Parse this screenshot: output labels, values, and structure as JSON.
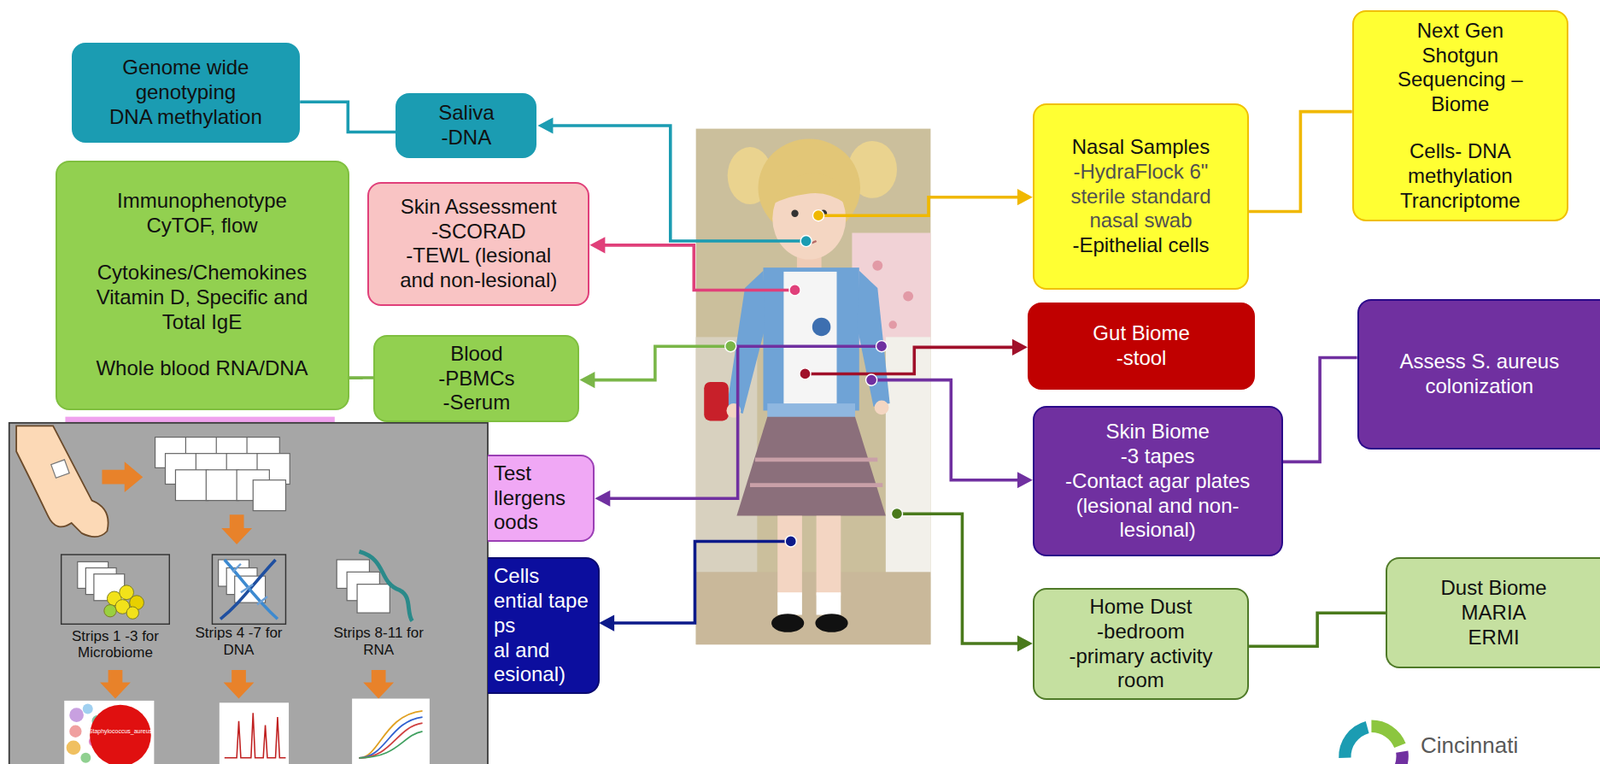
{
  "diagram": {
    "nodes": [
      {
        "text": [
          "Genome wide genotyping",
          "DNA methylation"
        ]
      },
      {
        "text": [
          "Saliva",
          "-DNA"
        ]
      },
      {
        "text": [
          "Immunophenotype CyTOF, flow",
          "Cytokines/Chemokines Vitamin D, Specific and Total IgE",
          "Whole blood RNA/DNA"
        ]
      },
      {
        "text": [
          "Skin Assessment",
          "-SCORAD",
          "-TEWL (lesional and non-lesional)"
        ]
      },
      {
        "text": [
          "Blood",
          "-PBMCs",
          "-Serum"
        ]
      },
      {
        "text": [
          "Test",
          "llergens",
          "oods"
        ]
      },
      {
        "text": [
          "Cells",
          "ential tape",
          "ps",
          "al and",
          "esional)"
        ]
      },
      {
        "text": [
          "Nasal Samples",
          "-HydraFlock 6\" sterile standard nasal swab",
          "-Epithelial cells"
        ]
      },
      {
        "text": [
          "Next Gen Shotgun Sequencing – Biome",
          "Cells- DNA methylation Trancriptome"
        ]
      },
      {
        "text": [
          "Gut Biome",
          "-stool"
        ]
      },
      {
        "text": [
          "Skin Biome",
          "-3 tapes",
          "-Contact agar plates (lesional and non-lesional)"
        ]
      },
      {
        "text": [
          "Assess S. aureus colonization"
        ]
      },
      {
        "text": [
          "Home Dust",
          "-bedroom",
          "-primary activity room"
        ]
      },
      {
        "text": [
          "Dust Biome",
          "MARIA",
          "ERMI"
        ]
      }
    ],
    "edges": [
      {
        "from": 0,
        "to": 1,
        "arrow": "none"
      },
      {
        "from": 2,
        "to": 4,
        "arrow": "none"
      },
      {
        "from": 7,
        "to": 8,
        "arrow": "none"
      },
      {
        "from": 10,
        "to": 11,
        "arrow": "none"
      },
      {
        "from": 12,
        "to": 13,
        "arrow": "none"
      }
    ],
    "labels": [
      "Strips 1 -3 for Microbiome",
      "Strips 4 -7 for DNA",
      "Strips 8-11 for RNA",
      "Staphylococcus_aureus",
      "Cincinnati"
    ]
  }
}
